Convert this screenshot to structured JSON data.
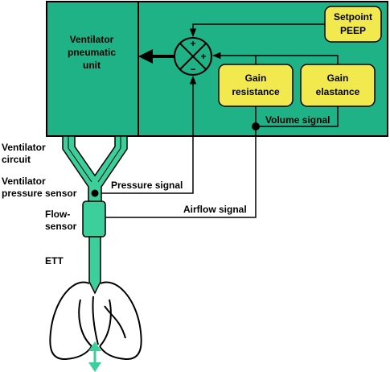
{
  "ventilator_unit": {
    "line1": "Ventilator",
    "line2": "pneumatic",
    "line3": "unit"
  },
  "summing_junction": {
    "sign_top": "+",
    "sign_right": "+",
    "sign_bottom": "−"
  },
  "setpoint_box": {
    "line1": "Setpoint",
    "line2": "PEEP"
  },
  "gain_resistance_box": {
    "line1": "Gain",
    "line2": "resistance"
  },
  "gain_elastance_box": {
    "line1": "Gain",
    "line2": "elastance"
  },
  "signals": {
    "volume": "Volume signal",
    "pressure": "Pressure signal",
    "airflow": "Airflow signal"
  },
  "labels": {
    "ventilator_circuit_1": "Ventilator",
    "ventilator_circuit_2": "circuit",
    "pressure_sensor_1": "Ventilator",
    "pressure_sensor_2": "pressure sensor",
    "flow_sensor_1": "Flow-",
    "flow_sensor_2": "sensor",
    "ett": "ETT"
  },
  "colors": {
    "unit_fill": "#1fb286",
    "box_fill": "#f2e94e",
    "tube_fill": "#3ccf9c",
    "stroke": "#000000"
  }
}
